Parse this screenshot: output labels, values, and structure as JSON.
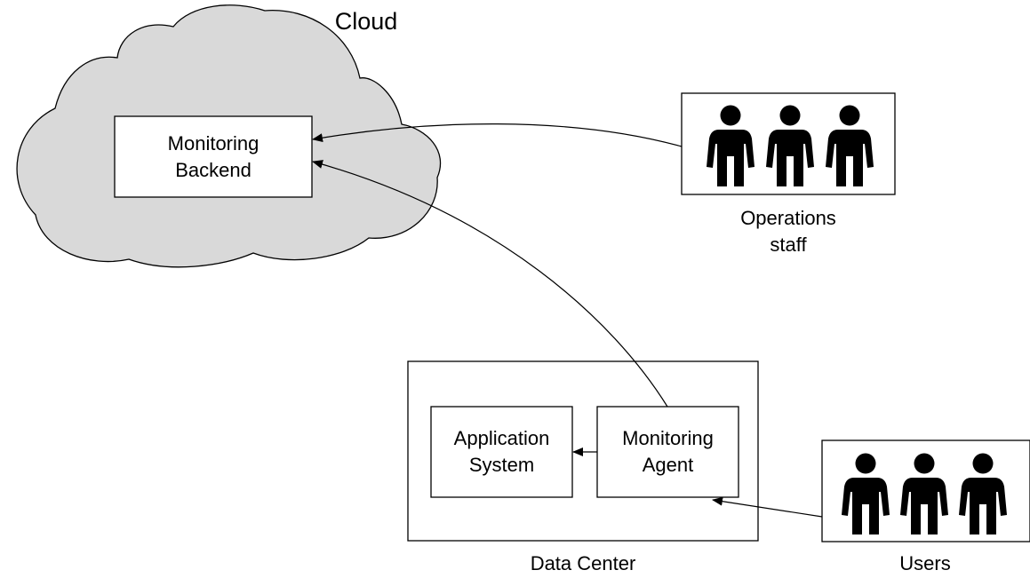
{
  "cloud": {
    "label": "Cloud",
    "backend": {
      "line1": "Monitoring",
      "line2": "Backend"
    }
  },
  "operations": {
    "line1": "Operations",
    "line2": "staff",
    "icon": "person-icon"
  },
  "data_center": {
    "label": "Data Center",
    "application": {
      "line1": "Application",
      "line2": "System"
    },
    "agent": {
      "line1": "Monitoring",
      "line2": "Agent"
    }
  },
  "users": {
    "label": "Users",
    "icon": "person-icon"
  },
  "colors": {
    "cloud_fill": "#d9d9d9",
    "stroke": "#000000",
    "box_fill": "#ffffff"
  }
}
